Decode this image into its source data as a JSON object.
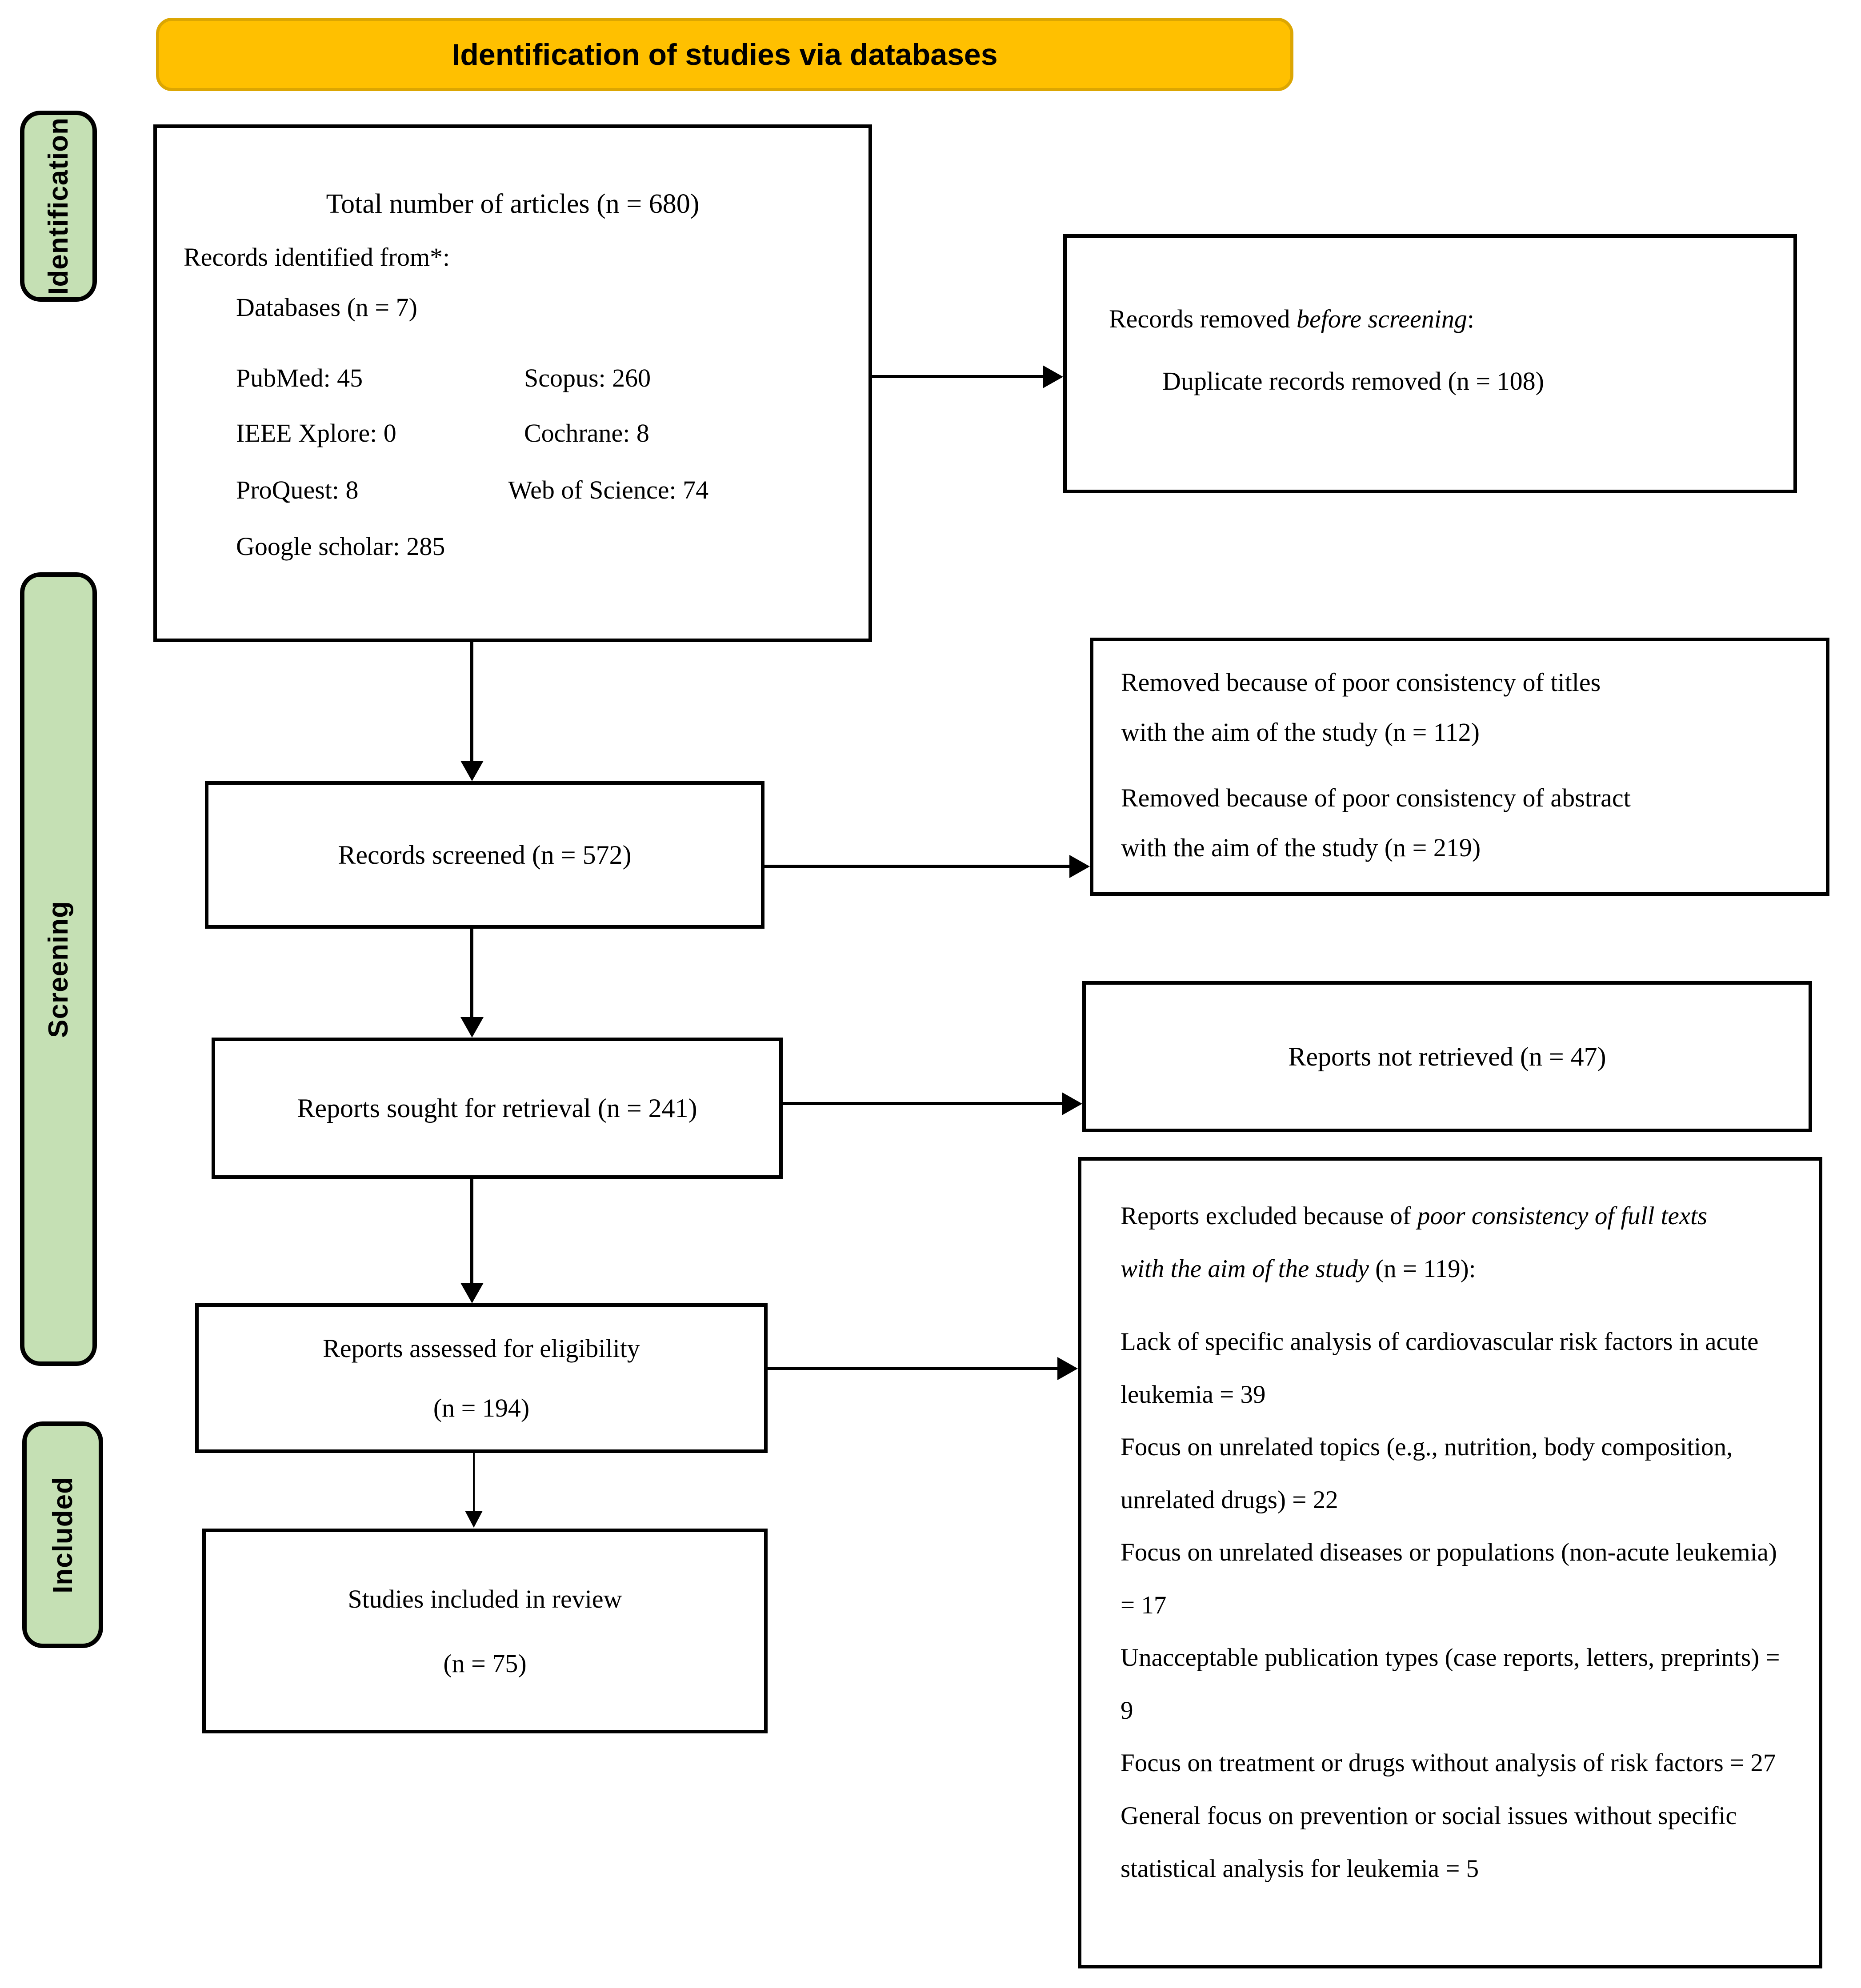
{
  "banner": {
    "label": "Identification of studies via databases",
    "bg_color": "#FFC000"
  },
  "stages": {
    "bg_color": "#C5E0B4",
    "identification": "Identification",
    "screening": "Screening",
    "included": "Included"
  },
  "boxes": {
    "identified": {
      "title": "Total number of articles (n = 680)",
      "subtitle": "Records identified from*:",
      "databases_count": "Databases (n = 7)",
      "rows": [
        [
          "PubMed: 45",
          "Scopus: 260"
        ],
        [
          "IEEE Xplore: 0",
          "Cochrane: 8"
        ],
        [
          "ProQuest: 8",
          "Web of Science: 74"
        ],
        [
          "Google scholar: 285",
          ""
        ]
      ]
    },
    "removed_before": {
      "line1_prefix": "Records removed ",
      "line1_italic": "before screening",
      "line1_suffix": ":",
      "line2": "Duplicate records removed (n = 108)"
    },
    "screened": {
      "label": "Records screened (n = 572)"
    },
    "title_abstract_removed": {
      "lines": [
        "Removed because of poor consistency of titles",
        "with the aim of the study (n = 112)",
        "Removed because of poor consistency of abstract",
        "with the aim of the study (n = 219)"
      ]
    },
    "sought": {
      "label": "Reports sought for retrieval (n = 241)"
    },
    "not_retrieved": {
      "label": "Reports not retrieved (n = 47)"
    },
    "assessed": {
      "line1": "Reports assessed for eligibility",
      "line2": "(n = 194)"
    },
    "included_review": {
      "line1": "Studies included in review",
      "line2": "(n = 75)"
    },
    "excluded": {
      "heading_prefix": "Reports excluded because of ",
      "heading_italic": "poor consistency of full texts with the aim of the study",
      "heading_suffix": " (n = 119):",
      "items": [
        "Lack of specific analysis of cardiovascular risk factors in acute leukemia = 39",
        "Focus on unrelated topics (e.g., nutrition, body composition, unrelated drugs) = 22",
        "Focus on unrelated diseases or populations (non-acute leukemia) = 17",
        "Unacceptable publication types (case reports, letters, preprints) = 9",
        "Focus on treatment or drugs without analysis of risk factors = 27",
        "General focus on prevention or social issues without specific statistical analysis for leukemia = 5"
      ]
    }
  }
}
